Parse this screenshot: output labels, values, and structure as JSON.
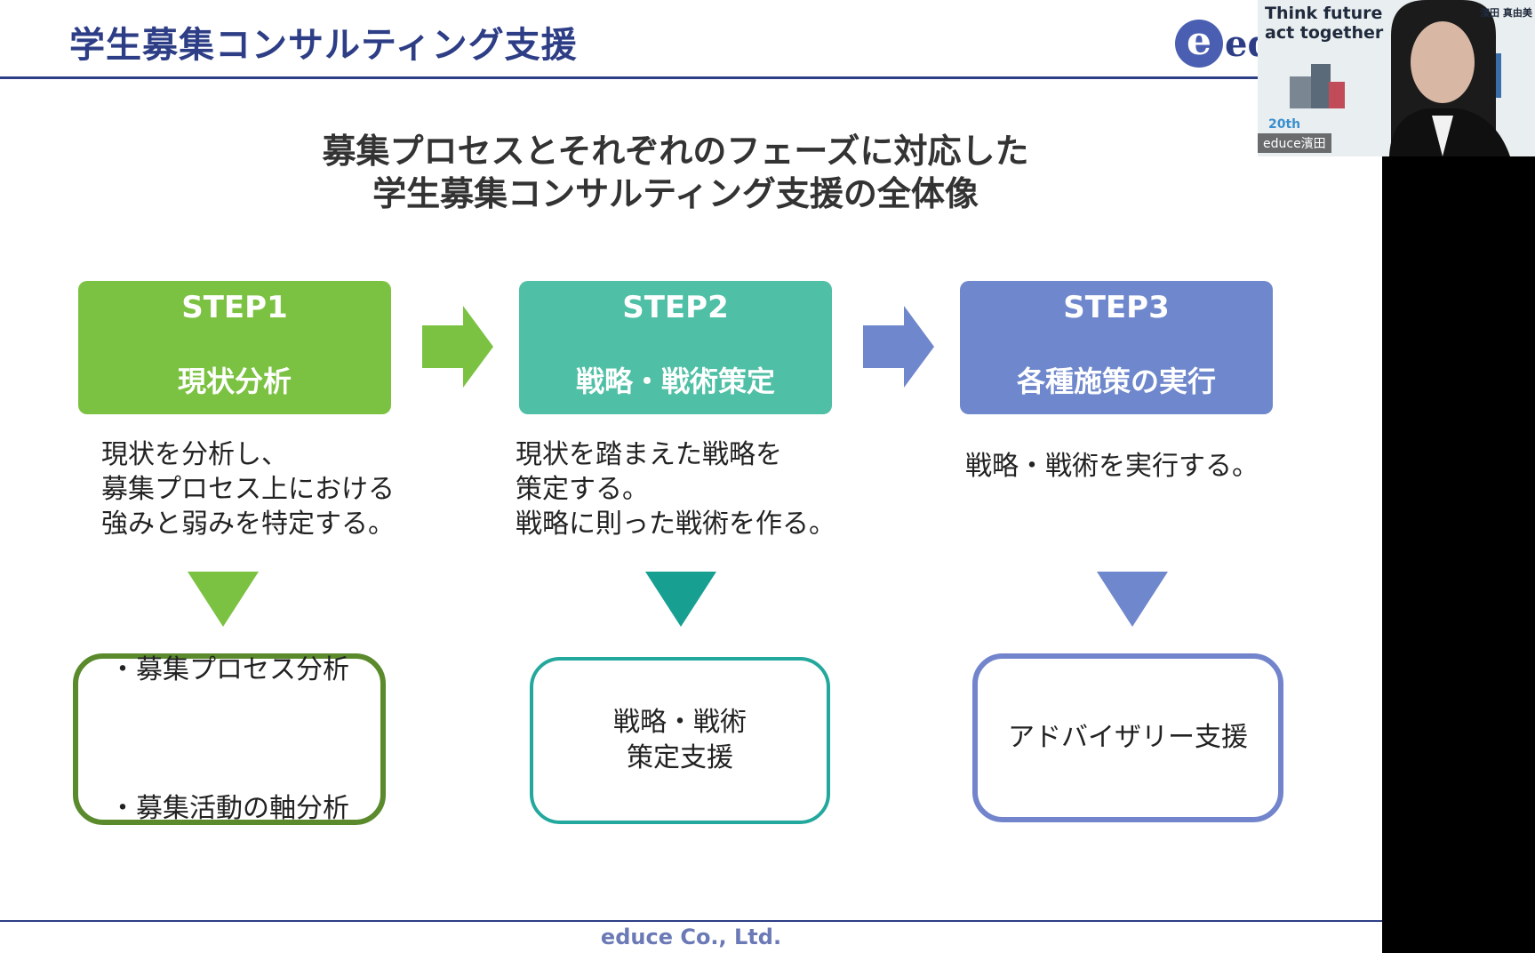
{
  "slide": {
    "title": "学生募集コンサルティング支援",
    "logo_text": "ed",
    "headline_line1": "募集プロセスとそれぞれのフェーズに対応した",
    "headline_line2": "学生募集コンサルティング支援の全体像",
    "steps": [
      {
        "num": "STEP1",
        "name": "現状分析",
        "color": "#7cc242",
        "desc": "現状を分析し、\n募集プロセス上における\n強みと弱みを特定する。"
      },
      {
        "num": "STEP2",
        "name": "戦略・戦術策定",
        "color": "#4fbfa5",
        "desc": "現状を踏まえた戦略を\n策定する。\n戦略に則った戦術を作る。"
      },
      {
        "num": "STEP3",
        "name": "各種施策の実行",
        "color": "#6f87cc",
        "desc": "戦略・戦術を実行する。"
      }
    ],
    "results": [
      {
        "items": [
          "・募集プロセス分析",
          "・募集活動の軸分析"
        ],
        "border_color": "#5a8a2c"
      },
      {
        "text": "戦略・戦術\n策定支援",
        "border_color": "#22a89c"
      },
      {
        "text": "アドバイザリー支援",
        "border_color": "#7184cc"
      }
    ],
    "arrow_colors": [
      "#7cc242",
      "#6f87cc"
    ],
    "triangle_colors": [
      "#7cc242",
      "#17a091",
      "#6f87cc"
    ],
    "footer": "educe Co., Ltd."
  },
  "webcam": {
    "tagline": "Think future\nact together",
    "name_tag": "濱田 真由美",
    "anniversary": "20th",
    "label": "educe濱田"
  }
}
